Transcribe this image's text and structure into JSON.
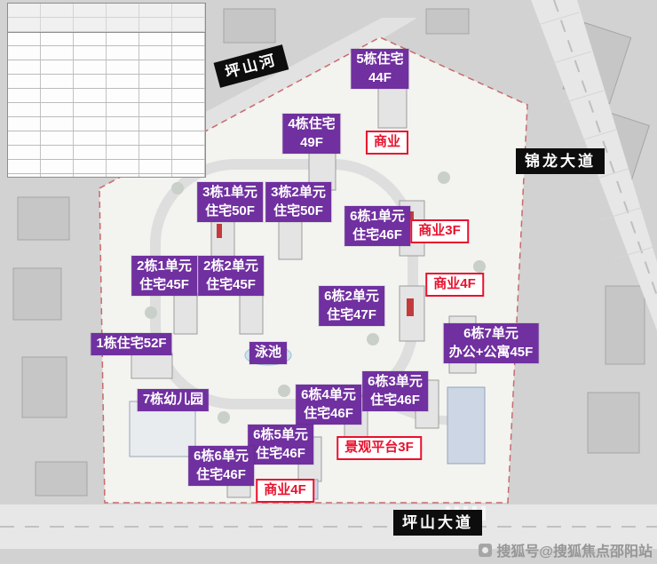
{
  "roads": {
    "river": "坪山河",
    "east_road": "锦龙大道",
    "south_road": "坪山大道"
  },
  "labels": {
    "purple": [
      {
        "text": "5栋住宅\n44F"
      },
      {
        "text": "4栋住宅\n49F"
      },
      {
        "text": "3栋1单元\n住宅50F"
      },
      {
        "text": "3栋2单元\n住宅50F"
      },
      {
        "text": "6栋1单元\n住宅46F"
      },
      {
        "text": "2栋1单元\n住宅45F"
      },
      {
        "text": "2栋2单元\n住宅45F"
      },
      {
        "text": "6栋2单元\n住宅47F"
      },
      {
        "text": "1栋住宅52F"
      },
      {
        "text": "6栋7单元\n办公+公寓45F"
      },
      {
        "text": "泳池"
      },
      {
        "text": "7栋幼儿园"
      },
      {
        "text": "6栋3单元\n住宅46F"
      },
      {
        "text": "6栋4单元\n住宅46F"
      },
      {
        "text": "6栋5单元\n住宅46F"
      },
      {
        "text": "6栋6单元\n住宅46F"
      }
    ],
    "red": [
      {
        "text": "商业"
      },
      {
        "text": "商业3F"
      },
      {
        "text": "商业4F"
      },
      {
        "text": "景观平台3F"
      },
      {
        "text": "商业4F"
      }
    ]
  },
  "watermark": {
    "text": "搜狐号@搜狐焦点邵阳站"
  },
  "colors": {
    "purple_label": "#7030a0",
    "red_label": "#e8112d",
    "road_label_bg": "#0d0d0d",
    "site_fill": "#f3f3f0",
    "boundary_dash": "#c96a6a"
  }
}
